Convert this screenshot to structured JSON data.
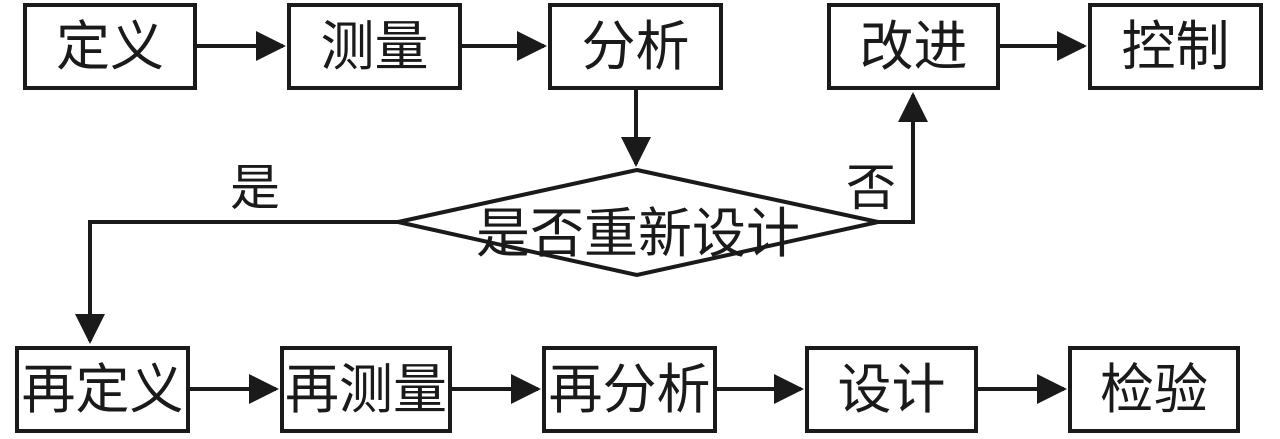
{
  "flowchart": {
    "title": "redesign-decision-flowchart",
    "colors": {
      "stroke": "#1a1a1a",
      "text": "#1a1a1a",
      "background": "#ffffff"
    },
    "top_row": [
      {
        "id": "define",
        "label": "定义"
      },
      {
        "id": "measure",
        "label": "测量"
      },
      {
        "id": "analyze",
        "label": "分析"
      },
      {
        "id": "improve",
        "label": "改进"
      },
      {
        "id": "control",
        "label": "控制"
      }
    ],
    "decision": {
      "label": "是否重新设计",
      "yes_label": "是",
      "no_label": "否"
    },
    "bottom_row": [
      {
        "id": "redefine",
        "label": "再定义"
      },
      {
        "id": "remeasure",
        "label": "再测量"
      },
      {
        "id": "reanalyze",
        "label": "再分析"
      },
      {
        "id": "design",
        "label": "设计"
      },
      {
        "id": "verify",
        "label": "检验"
      }
    ],
    "edges": [
      {
        "from": "define",
        "to": "measure",
        "label": ""
      },
      {
        "from": "measure",
        "to": "analyze",
        "label": ""
      },
      {
        "from": "analyze",
        "to": "decision",
        "label": ""
      },
      {
        "from": "decision",
        "to": "improve",
        "label": "否"
      },
      {
        "from": "improve",
        "to": "control",
        "label": ""
      },
      {
        "from": "decision",
        "to": "redefine",
        "label": "是"
      },
      {
        "from": "redefine",
        "to": "remeasure",
        "label": ""
      },
      {
        "from": "remeasure",
        "to": "reanalyze",
        "label": ""
      },
      {
        "from": "reanalyze",
        "to": "design",
        "label": ""
      },
      {
        "from": "design",
        "to": "verify",
        "label": ""
      }
    ]
  }
}
